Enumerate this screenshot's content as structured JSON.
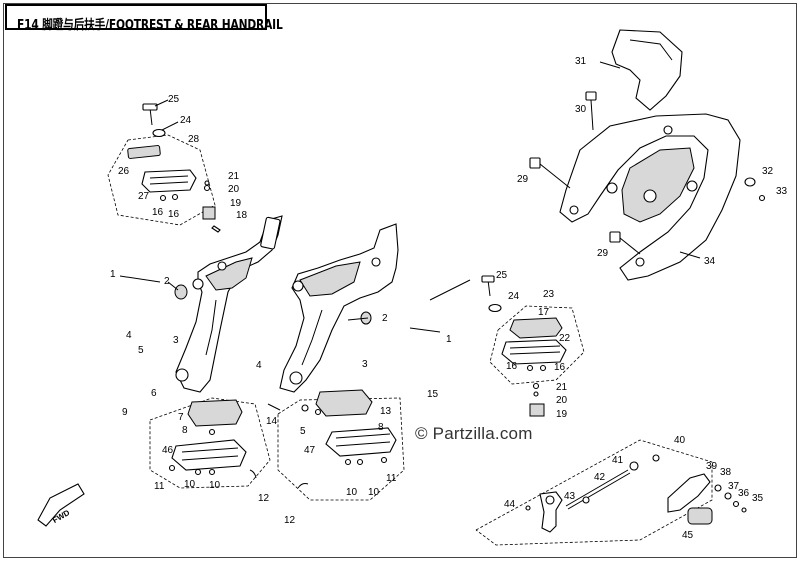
{
  "title": "F14 脚蹬与后扶手/FOOTREST & REAR HANDRAIL",
  "watermark": "© Partzilla.com",
  "fwd_label": "FWD",
  "callouts": [
    {
      "id": "c25a",
      "text": "25"
    },
    {
      "id": "c24a",
      "text": "24"
    },
    {
      "id": "c28",
      "text": "28"
    },
    {
      "id": "c26",
      "text": "26"
    },
    {
      "id": "c27",
      "text": "27"
    },
    {
      "id": "c21a",
      "text": "21"
    },
    {
      "id": "c20a",
      "text": "20"
    },
    {
      "id": "c19a",
      "text": "19"
    },
    {
      "id": "c18",
      "text": "18"
    },
    {
      "id": "c16a",
      "text": "16"
    },
    {
      "id": "c16b",
      "text": "16"
    },
    {
      "id": "c1a",
      "text": "1"
    },
    {
      "id": "c2a",
      "text": "2"
    },
    {
      "id": "c2b",
      "text": "2"
    },
    {
      "id": "c4a",
      "text": "4"
    },
    {
      "id": "c5a",
      "text": "5"
    },
    {
      "id": "c3a",
      "text": "3"
    },
    {
      "id": "c6",
      "text": "6"
    },
    {
      "id": "c9",
      "text": "9"
    },
    {
      "id": "c7",
      "text": "7"
    },
    {
      "id": "c8a",
      "text": "8"
    },
    {
      "id": "c46",
      "text": "46"
    },
    {
      "id": "c11a",
      "text": "11"
    },
    {
      "id": "c10a",
      "text": "10"
    },
    {
      "id": "c10b",
      "text": "10"
    },
    {
      "id": "c12a",
      "text": "12"
    },
    {
      "id": "c12b",
      "text": "12"
    },
    {
      "id": "c4b",
      "text": "4"
    },
    {
      "id": "c3b",
      "text": "3"
    },
    {
      "id": "c14",
      "text": "14"
    },
    {
      "id": "c5b",
      "text": "5"
    },
    {
      "id": "c47",
      "text": "47"
    },
    {
      "id": "c13",
      "text": "13"
    },
    {
      "id": "c15",
      "text": "15"
    },
    {
      "id": "c8b",
      "text": "8"
    },
    {
      "id": "c11b",
      "text": "11"
    },
    {
      "id": "c10c",
      "text": "10"
    },
    {
      "id": "c10d",
      "text": "10"
    },
    {
      "id": "c1b",
      "text": "1"
    },
    {
      "id": "c25b",
      "text": "25"
    },
    {
      "id": "c24b",
      "text": "24"
    },
    {
      "id": "c23",
      "text": "23"
    },
    {
      "id": "c17",
      "text": "17"
    },
    {
      "id": "c22",
      "text": "22"
    },
    {
      "id": "c16c",
      "text": "16"
    },
    {
      "id": "c16d",
      "text": "16"
    },
    {
      "id": "c21b",
      "text": "21"
    },
    {
      "id": "c20b",
      "text": "20"
    },
    {
      "id": "c19b",
      "text": "19"
    },
    {
      "id": "c31",
      "text": "31"
    },
    {
      "id": "c30",
      "text": "30"
    },
    {
      "id": "c29a",
      "text": "29"
    },
    {
      "id": "c29b",
      "text": "29"
    },
    {
      "id": "c32",
      "text": "32"
    },
    {
      "id": "c33",
      "text": "33"
    },
    {
      "id": "c34",
      "text": "34"
    },
    {
      "id": "c40",
      "text": "40"
    },
    {
      "id": "c41",
      "text": "41"
    },
    {
      "id": "c42",
      "text": "42"
    },
    {
      "id": "c43",
      "text": "43"
    },
    {
      "id": "c44",
      "text": "44"
    },
    {
      "id": "c39",
      "text": "39"
    },
    {
      "id": "c38",
      "text": "38"
    },
    {
      "id": "c37",
      "text": "37"
    },
    {
      "id": "c36",
      "text": "36"
    },
    {
      "id": "c35",
      "text": "35"
    },
    {
      "id": "c45",
      "text": "45"
    }
  ]
}
